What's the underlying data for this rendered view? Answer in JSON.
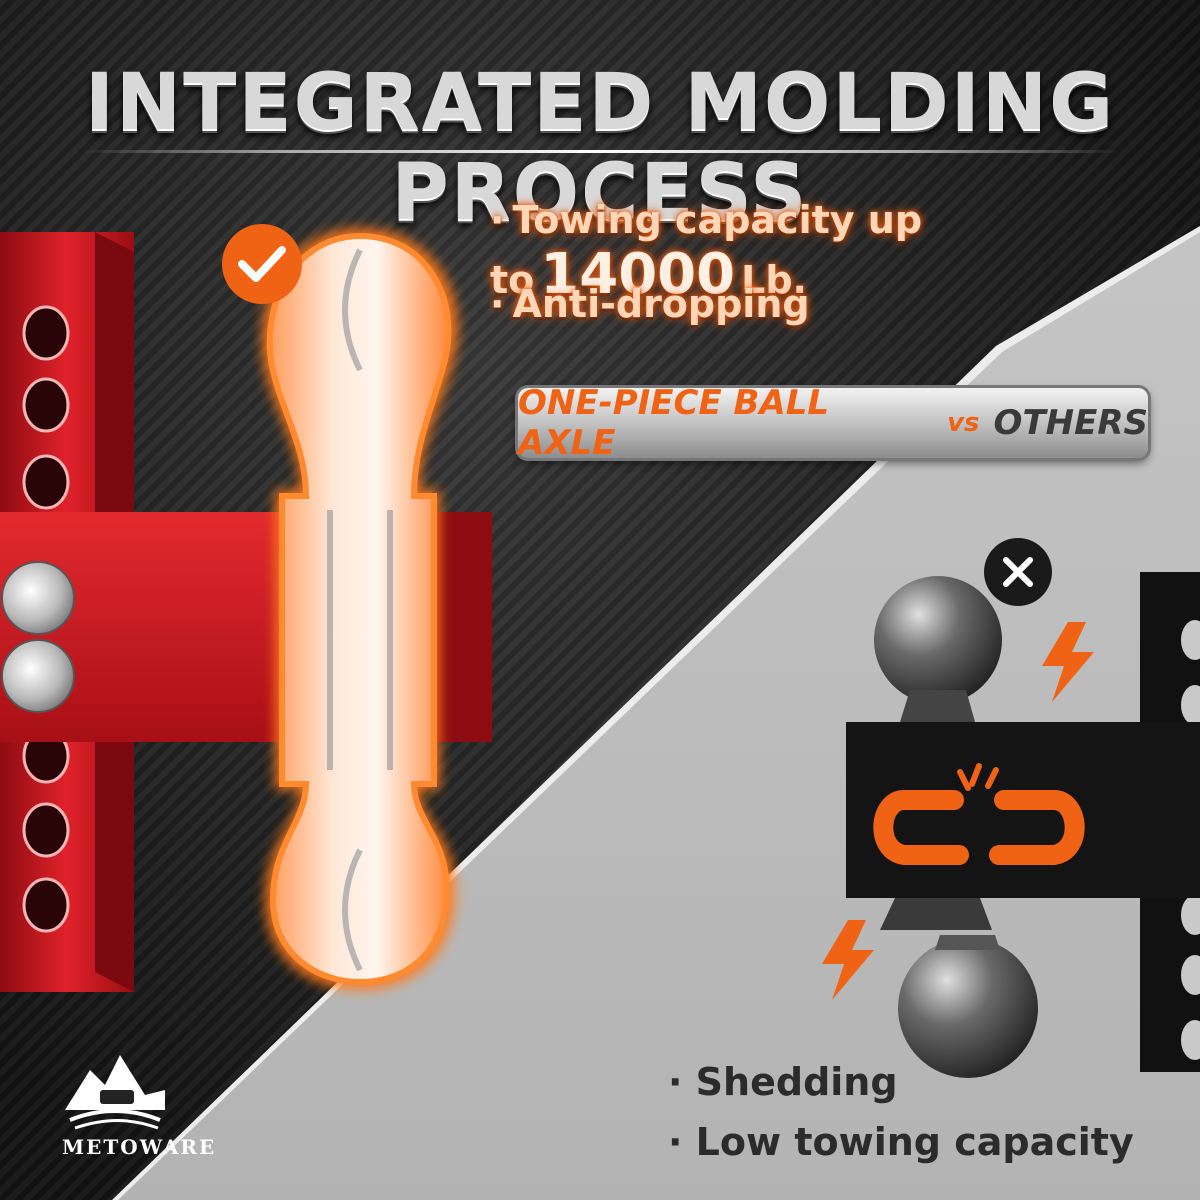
{
  "title": "INTEGRATED MOLDING PROCESS",
  "features": [
    {
      "bullet": "·",
      "text_before": "Towing capacity up to",
      "big_value": "14000",
      "unit": "Lb."
    },
    {
      "bullet": "·",
      "text": "Anti-dropping"
    }
  ],
  "comparison": {
    "left": "ONE-PIECE BALL AXLE",
    "vs": "vs",
    "right": "OTHERS"
  },
  "drawbacks": [
    {
      "bullet": "·",
      "text": "Shedding"
    },
    {
      "bullet": "·",
      "text": "Low towing capacity"
    }
  ],
  "brand": {
    "name": "METOWARE"
  },
  "icons": {
    "good": "check-icon",
    "bad": "cross-icon",
    "broken": "broken-chain-icon",
    "impact": "lightning-icon"
  },
  "colors": {
    "accent": "#f06214",
    "hitch_red": "#c9141c",
    "panel_gray": "#bdbdbd",
    "dark_bg": "#232323"
  }
}
